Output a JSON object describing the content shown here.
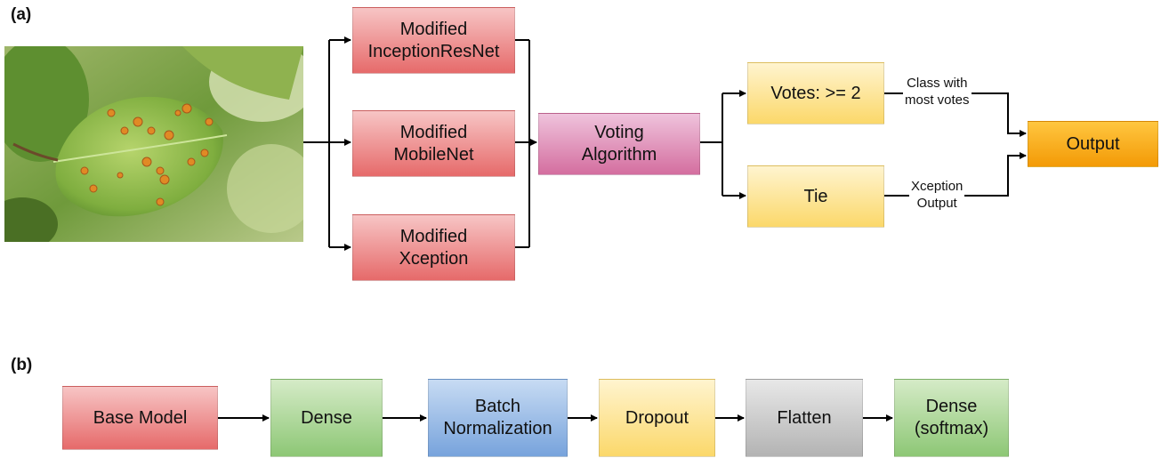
{
  "panel_a": {
    "label": "(a)",
    "models": [
      "Modified\nInceptionResNet",
      "Modified\nMobileNet",
      "Modified\nXception"
    ],
    "voting": "Voting\nAlgorithm",
    "votes": "Votes: >= 2",
    "tie": "Tie",
    "output": "Output",
    "edge_votes": "Class with\nmost votes",
    "edge_tie": "Xception\nOutput"
  },
  "panel_b": {
    "label": "(b)",
    "layers": [
      "Base Model",
      "Dense",
      "Batch\nNormalization",
      "Dropout",
      "Flatten",
      "Dense\n(softmax)"
    ]
  },
  "colors": {
    "model": "#e66a6a",
    "voting": "#d46e9f",
    "decision": "#fbd86a",
    "output": "#f39a06",
    "dense": "#8dc775",
    "batchnorm": "#77a3dc",
    "flatten": "#b3b3b3"
  }
}
